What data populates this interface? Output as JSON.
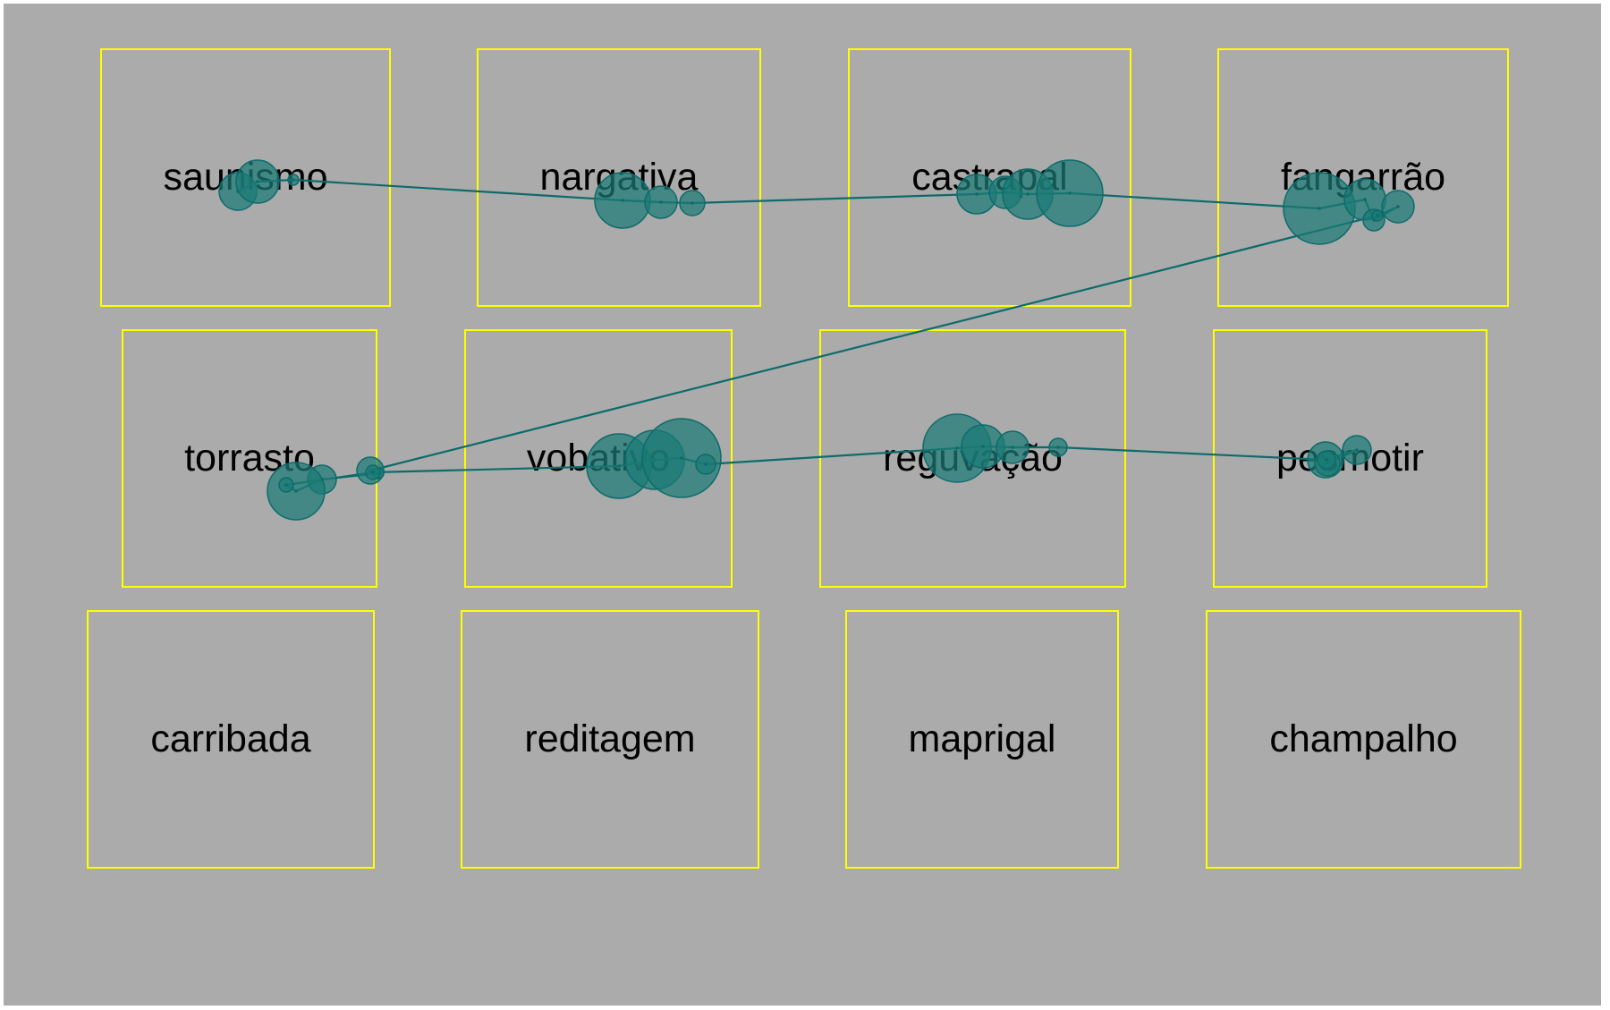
{
  "colors": {
    "background": "#ababab",
    "box_border": "#ffff00",
    "label_text": "#000000",
    "scanpath_line": "#0d6b6b",
    "fixation_fill": "#1a7a75",
    "fixation_stroke": "#0d6b6b"
  },
  "grid": {
    "rows": [
      [
        {
          "label": "saunismo"
        },
        {
          "label": "nargativa"
        },
        {
          "label": "castrapal"
        },
        {
          "label": "fangarrão"
        }
      ],
      [
        {
          "label": "torrasto"
        },
        {
          "label": "vobativo"
        },
        {
          "label": "reguvação"
        },
        {
          "label": "pesmotir"
        }
      ],
      [
        {
          "label": "carribada"
        },
        {
          "label": "reditagem"
        },
        {
          "label": "maprigal"
        },
        {
          "label": "champalho"
        }
      ]
    ]
  }
}
